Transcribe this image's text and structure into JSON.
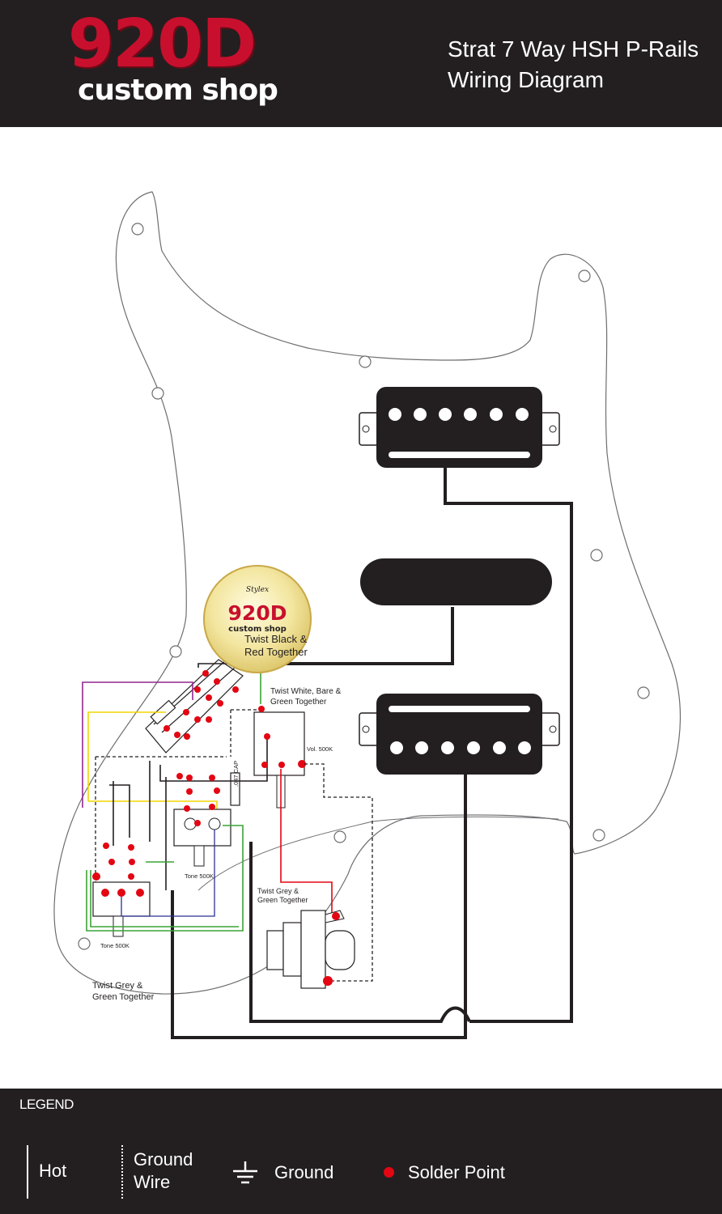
{
  "header": {
    "logo_number": "920D",
    "logo_subtitle": "custom shop",
    "title_line1": "Strat 7 Way HSH P-Rails",
    "title_line2": "Wiring Diagram"
  },
  "knob": {
    "brand": "Stylex",
    "number": "920D",
    "subtitle": "custom shop"
  },
  "labels": {
    "twist_black_red": [
      "Twist Black &",
      "Red Together"
    ],
    "twist_white_bare_green": [
      "Twist White, Bare &",
      "Green Together"
    ],
    "vol": "Vol. 500K",
    "cap": ".047 CAP",
    "tone1": "Tone 500K",
    "tone2": "Tone 500K",
    "twist_grey_green_jack": [
      "Twist Grey &",
      "Green Together"
    ],
    "twist_grey_green_bottom": [
      "Twist Grey &",
      "Green Together"
    ]
  },
  "legend": {
    "title": "LEGEND",
    "hot": "Hot",
    "ground_wire_line1": "Ground",
    "ground_wire_line2": "Wire",
    "ground": "Ground",
    "solder_point": "Solder Point"
  },
  "colors": {
    "header_bg": "#231f20",
    "brand_red": "#c8102e",
    "solder_point": "#e30613",
    "hot_wire": "#231f20",
    "red_wire": "#e30613",
    "green_wire": "#3aa335",
    "yellow_wire": "#f2d600",
    "purple_wire": "#92278f",
    "blue_wire": "#2e3192"
  }
}
